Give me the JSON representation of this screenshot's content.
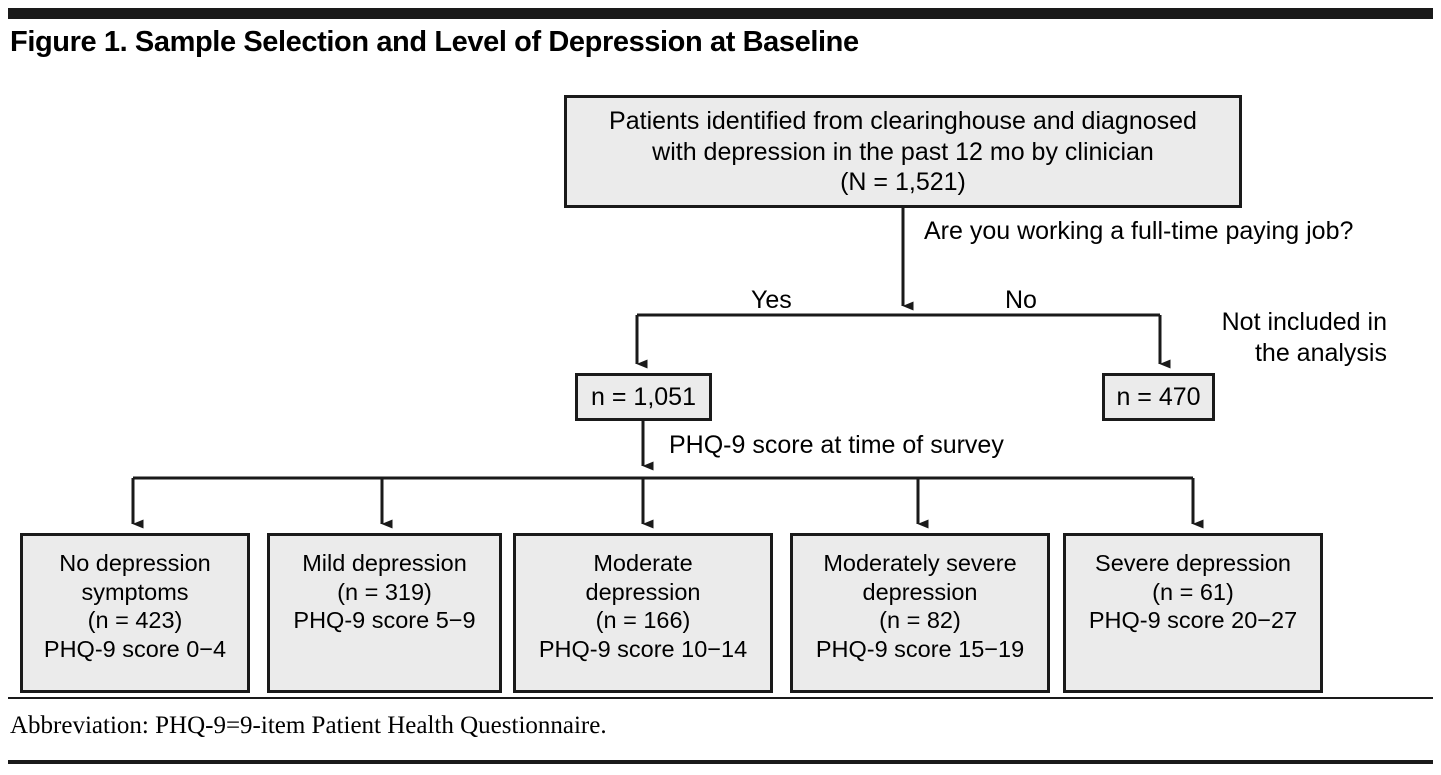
{
  "figure": {
    "title": "Figure 1. Sample Selection and Level of Depression at Baseline",
    "footnote": "Abbreviation: PHQ-9=9-item Patient Health Questionnaire."
  },
  "colors": {
    "box_fill": "#ebebeb",
    "box_border": "#1a1a1a",
    "rule": "#1a1a1a",
    "text": "#000000"
  },
  "nodes": {
    "source": {
      "line1": "Patients identified from clearinghouse and diagnosed",
      "line2": "with depression in the past 12 mo by clinician",
      "line3": "(N = 1,521)"
    },
    "included": {
      "label": "n = 1,051"
    },
    "excluded": {
      "label": "n = 470"
    }
  },
  "edge_labels": {
    "question": "Are you working a full-time paying job?",
    "yes": "Yes",
    "no": "No",
    "excluded_note_line1": "Not included in",
    "excluded_note_line2": "the analysis",
    "phq_split": "PHQ-9 score at time of survey"
  },
  "severity_levels": [
    {
      "name": "No depression symptoms",
      "line1": "No depression",
      "line2": "symptoms",
      "count": "(n = 423)",
      "score": "PHQ-9 score 0−4",
      "n": 423,
      "score_range": [
        0,
        4
      ]
    },
    {
      "name": "Mild depression",
      "line1": "Mild depression",
      "line2": "",
      "count": "(n = 319)",
      "score": "PHQ-9 score 5−9",
      "n": 319,
      "score_range": [
        5,
        9
      ]
    },
    {
      "name": "Moderate depression",
      "line1": "Moderate",
      "line2": "depression",
      "count": "(n = 166)",
      "score": "PHQ-9 score 10−14",
      "n": 166,
      "score_range": [
        10,
        14
      ]
    },
    {
      "name": "Moderately severe depression",
      "line1": "Moderately severe",
      "line2": "depression",
      "count": "(n = 82)",
      "score": "PHQ-9 score 15−19",
      "n": 82,
      "score_range": [
        15,
        19
      ]
    },
    {
      "name": "Severe depression",
      "line1": "Severe depression",
      "line2": "",
      "count": "(n = 61)",
      "score": "PHQ-9 score 20−27",
      "n": 61,
      "score_range": [
        20,
        27
      ]
    }
  ],
  "chart_data": {
    "type": "diagram",
    "title": "Figure 1. Sample Selection and Level of Depression at Baseline",
    "total_identified": 1521,
    "working_full_time_yes": 1051,
    "working_full_time_no": 470,
    "categories": [
      "No depression symptoms",
      "Mild depression",
      "Moderate depression",
      "Moderately severe depression",
      "Severe depression"
    ],
    "values": [
      423,
      319,
      166,
      82,
      61
    ]
  }
}
